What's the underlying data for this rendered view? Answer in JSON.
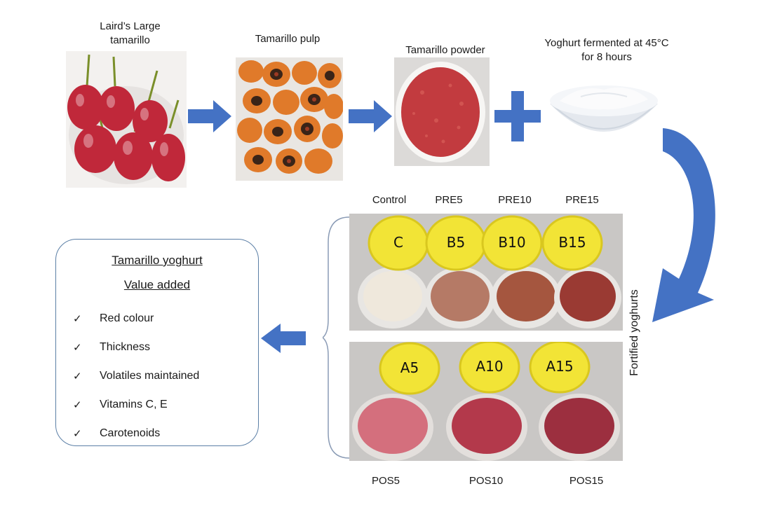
{
  "steps": {
    "fruit_label": "Laird’s Large tamarillo",
    "pulp_label": "Tamarillo pulp",
    "powder_label": "Tamarillo powder",
    "yoghurt_label": "Yoghurt fermented at 45°C for 8 hours"
  },
  "samples_top": [
    {
      "label": "Control",
      "lid_text": "C",
      "fill": "#efe8dc"
    },
    {
      "label": "PRE5",
      "lid_text": "B5",
      "fill": "#b57a66"
    },
    {
      "label": "PRE10",
      "lid_text": "B10",
      "fill": "#a5563f"
    },
    {
      "label": "PRE15",
      "lid_text": "B15",
      "fill": "#9a3a33"
    }
  ],
  "samples_bottom": [
    {
      "label": "POS5",
      "lid_text": "A5",
      "fill": "#d46f7d"
    },
    {
      "label": "POS10",
      "lid_text": "A10",
      "fill": "#b3394b"
    },
    {
      "label": "POS15",
      "lid_text": "A15",
      "fill": "#9c2f3f"
    }
  ],
  "side_label": "Fortified yoghurts",
  "summary": {
    "title": "Tamarillo yoghurt",
    "subtitle": "Value added",
    "check_mark": "✓",
    "items": [
      "Red colour",
      "Thickness",
      "Volatiles maintained",
      "Vitamins C, E",
      "Carotenoids"
    ]
  },
  "colors": {
    "arrow": "#4472c4",
    "tamarillo": "#c0283a",
    "pulp": "#e07a2a",
    "powder": "#c23b3f",
    "lid": "#f2e436"
  }
}
